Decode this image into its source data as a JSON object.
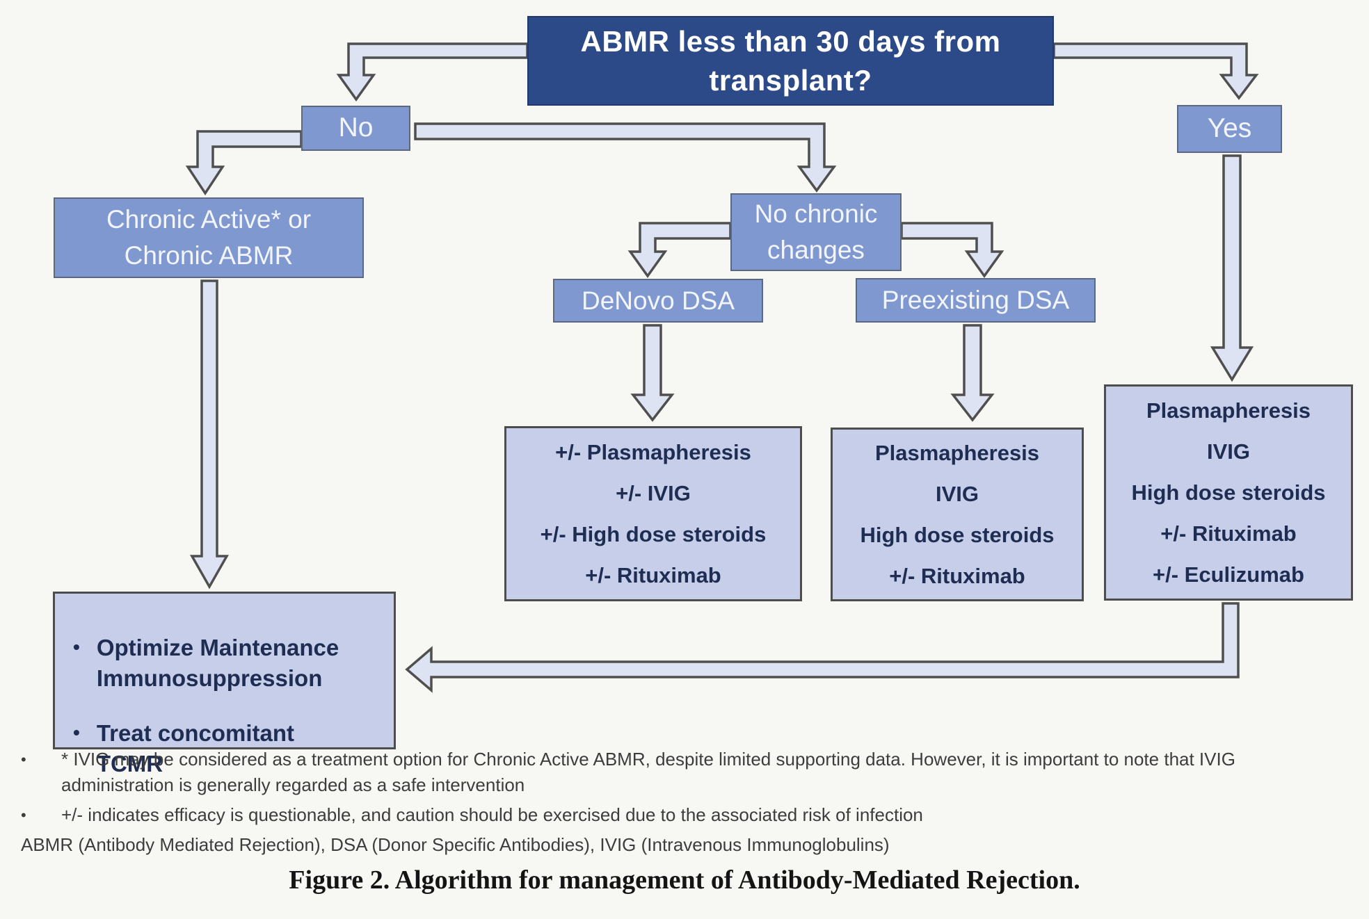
{
  "colors": {
    "page-bg": "#f7f7f4",
    "root-fill": "#2d4a88",
    "root-text": "#ffffff",
    "decision-fill": "#8098d0",
    "decision-border": "#5c6880",
    "decision-text": "#f2f5fc",
    "treatment-fill": "#c6cee9",
    "treatment-border": "#4d4d4d",
    "treatment-text": "#1f2d52",
    "arrow-fill": "#dde3f2",
    "arrow-stroke": "#4f4f4f",
    "note-text": "#3d3d3d",
    "caption-text": "#141414"
  },
  "nodes": {
    "root": {
      "label": "ABMR less than 30 days from\ntransplant?"
    },
    "no": {
      "label": "No"
    },
    "yes": {
      "label": "Yes"
    },
    "chronic": {
      "label": "Chronic Active* or\nChronic ABMR"
    },
    "no_chronic": {
      "label": "No chronic\nchanges"
    },
    "denovo": {
      "label": "DeNovo DSA"
    },
    "preexisting": {
      "label": "Preexisting DSA"
    },
    "tx_denovo": {
      "lines": [
        "+/- Plasmapheresis",
        "+/- IVIG",
        "+/- High dose steroids",
        "+/- Rituximab"
      ]
    },
    "tx_preexisting": {
      "lines": [
        "Plasmapheresis",
        "IVIG",
        "High dose steroids",
        "+/- Rituximab"
      ]
    },
    "tx_early": {
      "lines": [
        "Plasmapheresis",
        "IVIG",
        "High dose steroids",
        "+/- Rituximab",
        "+/- Eculizumab"
      ]
    },
    "action": {
      "items": [
        "Optimize Maintenance Immunosuppression",
        "Treat concomitant TCMR"
      ]
    }
  },
  "notes": {
    "bullet": "•",
    "items": [
      "* IVIG may be considered as a treatment option for Chronic Active ABMR, despite limited supporting data. However, it is important to note that IVIG administration is generally regarded as a safe intervention",
      "+/- indicates efficacy is questionable, and caution should be exercised due to the associated risk of infection"
    ],
    "abbreviations": "ABMR (Antibody Mediated Rejection), DSA (Donor Specific Antibodies), IVIG (Intravenous Immunoglobulins)"
  },
  "caption": "Figure 2. Algorithm for management of Antibody-Mediated Rejection."
}
